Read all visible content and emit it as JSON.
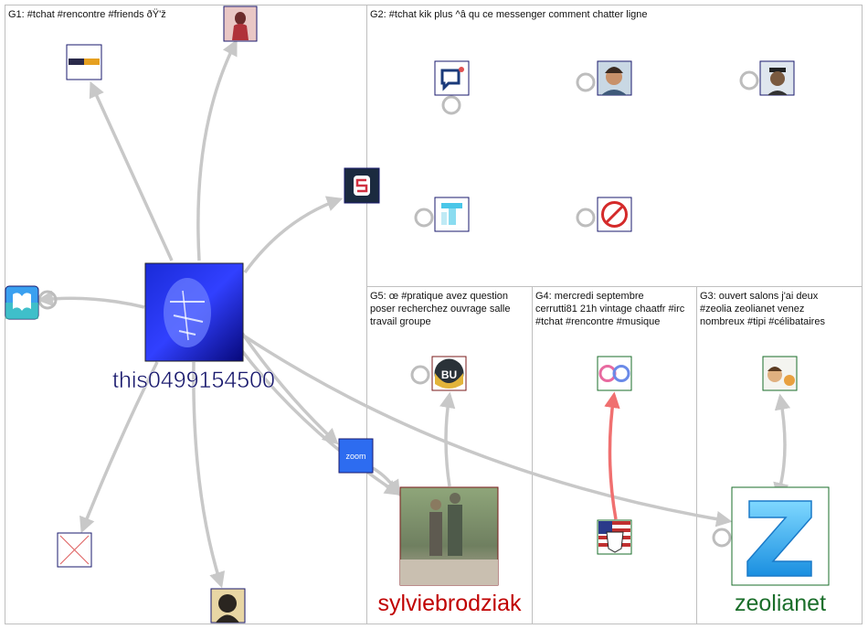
{
  "groups": [
    {
      "id": "G1",
      "label": "G1: #tchat #rencontre #friends ðŸ'ž"
    },
    {
      "id": "G2",
      "label": "G2: #tchat kik plus ^â qu ce messenger comment chatter ligne"
    },
    {
      "id": "G5",
      "label_lines": [
        "G5: œ #pratique avez question",
        "poser recherchez ouvrage salle",
        "travail groupe"
      ]
    },
    {
      "id": "G4",
      "label_lines": [
        "G4: mercredi septembre",
        "cerrutti81 21h vintage chaatfr #irc",
        "#tchat #rencontre #musique"
      ]
    },
    {
      "id": "G3",
      "label_lines": [
        "G3: ouvert salons j'ai deux",
        "#zeolia zeolianet venez",
        "nombreux #tipi #célibataires"
      ]
    }
  ],
  "nodes": {
    "this0499154500": {
      "label": "this0499154500",
      "label_color": "#1a1a6e"
    },
    "sylviebrodziak": {
      "label": "sylviebrodziak",
      "label_color": "#c00000"
    },
    "zeolianet": {
      "label": "zeolianet",
      "label_color": "#1a6e2a"
    },
    "zoom": {
      "label": "zoom"
    }
  },
  "colors": {
    "edge": "#c8c8c8",
    "edge_red": "#f07070",
    "grid": "#bfbfbf",
    "zoom_blue": "#2d6cf0"
  }
}
